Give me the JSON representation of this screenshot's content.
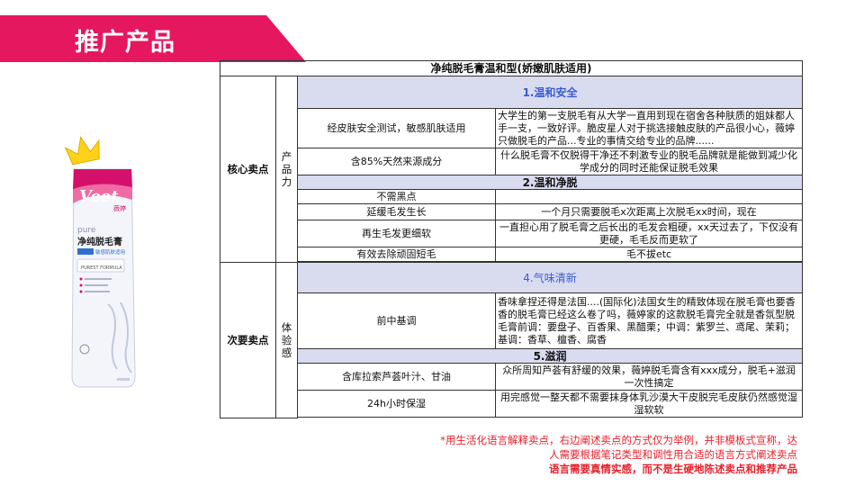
{
  "header": {
    "title": "推广产品",
    "bg_color": "#e5175f"
  },
  "product": {
    "brand": "Veet",
    "brand_cn": "薇婷",
    "pure": "pure",
    "name": "净纯脱毛膏",
    "sub": "敏感肌肤适用",
    "formula": "PUREST FORMULA"
  },
  "table": {
    "title": "净纯脱毛膏温和型(娇嫩肌肤适用)",
    "core": {
      "group": "核心卖点",
      "sub": "产品力",
      "sections": [
        {
          "heading": "1.温和安全",
          "rows": [
            {
              "feature": "经皮肤安全测试，敏感肌肤适用",
              "desc": "大学生的第一支脱毛有从大学一直用到现在宿舍各种肤质的姐妹都人手一支，一致好评。脆皮星人对于挑选接触皮肤的产品很小心，薇婷只做脱毛的产品...专业的事情交给专业的品牌......"
            },
            {
              "feature": "含85%天然来源成分",
              "desc": "什么脱毛膏不仅脱得干净还不刺激专业的脱毛品牌就是能做到减少化学成分的同时还能保证脱毛效果"
            }
          ]
        },
        {
          "heading": "2.温和净脱",
          "rows": [
            {
              "feature": "不需黑点",
              "desc": ""
            },
            {
              "feature": "延缓毛发生长",
              "desc": "一个月只需要脱毛x次距离上次脱毛xx时间，现在"
            },
            {
              "feature": "再生毛发更细软",
              "desc": "一直担心用了脱毛膏之后长出的毛发会粗硬，xx天过去了，下仅没有更硬，毛毛反而更软了"
            },
            {
              "feature": "有效去除顽固短毛",
              "desc": "毛不拔etc"
            }
          ]
        }
      ]
    },
    "secondary": {
      "group": "次要卖点",
      "sub": "体验感",
      "sections": [
        {
          "heading": "4.气味清新",
          "rows": [
            {
              "feature": "前中基调",
              "desc": "香味拿捏还得是法国....(国际化)法国女生的精致体现在脱毛膏也要香香的脱毛膏已经这么卷了吗，薇婷家的这款脱毛膏完全就是香氛型脱毛膏前调：要盘子、百香果、黑醋栗；中调：紫罗兰、鸢尾、茉莉；基调：香草、檀香、腐香"
            }
          ]
        },
        {
          "heading": "5.滋润",
          "rows": [
            {
              "feature": "含库拉索芦荟叶汁、甘油",
              "desc": "众所周知芦荟有舒缓的效果，薇婷脱毛膏含有xxx成分，脱毛+滋润一次性搞定"
            },
            {
              "feature": "24h小时保湿",
              "desc": "用完感觉一整天都不需要抹身体乳沙漠大干皮脱完毛皮肤仍然感觉湿湿软软"
            }
          ]
        }
      ]
    }
  },
  "notes": {
    "line1": "*用生活化语言解释卖点，右边阐述卖点的方式仅为举例，并非模板式宣称，达",
    "line2": "人需要根据笔记类型和调性用合适的语言方式阐述卖点",
    "line3": "语言需要真情实感，而不是生硬地陈述卖点和推荐产品"
  }
}
